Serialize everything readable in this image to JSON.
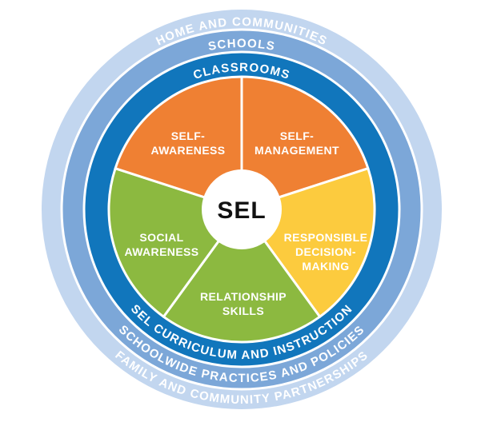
{
  "title": "SEL wheel diagram",
  "center": {
    "label": "SEL"
  },
  "rings": [
    {
      "id": "home-and-communities",
      "top_label": "HOME AND COMMUNITIES",
      "bottom_label": "FAMILY AND COMMUNITY PARTNERSHIPS",
      "color": "#C2D6EF"
    },
    {
      "id": "schools",
      "top_label": "SCHOOLS",
      "bottom_label": "SCHOOLWIDE PRACTICES AND POLICIES",
      "color": "#7CA7D8"
    },
    {
      "id": "classrooms",
      "top_label": "CLASSROOMS",
      "bottom_label": "SEL CURRICULUM AND INSTRUCTION",
      "color": "#1176BC"
    }
  ],
  "segments": [
    {
      "id": "self-awareness",
      "label": "SELF-AWARENESS",
      "lines": [
        "SELF-",
        "AWARENESS"
      ],
      "color": "#EF8033"
    },
    {
      "id": "self-management",
      "label": "SELF-MANAGEMENT",
      "lines": [
        "SELF-",
        "MANAGEMENT"
      ],
      "color": "#EF8033"
    },
    {
      "id": "responsible-decision-making",
      "label": "RESPONSIBLE DECISION-MAKING",
      "lines": [
        "RESPONSIBLE",
        "DECISION-",
        "MAKING"
      ],
      "color": "#FCCB3E"
    },
    {
      "id": "relationship-skills",
      "label": "RELATIONSHIP SKILLS",
      "lines": [
        "RELATIONSHIP",
        "SKILLS"
      ],
      "color": "#8CB940"
    },
    {
      "id": "social-awareness",
      "label": "SOCIAL AWARENESS",
      "lines": [
        "SOCIAL",
        "AWARENESS"
      ],
      "color": "#8CB940"
    }
  ],
  "colors": {
    "background": "#FFFFFF",
    "ring_text": "#FFFFFF",
    "segment_text": "#FFFFFF",
    "center_circle": "#FFFFFF",
    "center_text": "#111111",
    "divider": "#FFFFFF"
  }
}
